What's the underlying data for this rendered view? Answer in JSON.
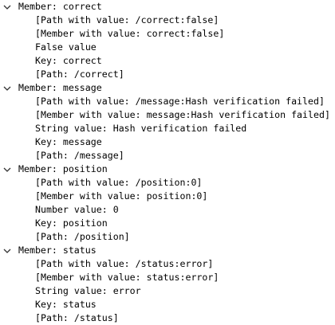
{
  "members": [
    {
      "label": "Member: correct",
      "children": [
        "[Path with value: /correct:false]",
        "[Member with value: correct:false]",
        "False value",
        "Key: correct",
        "[Path: /correct]"
      ]
    },
    {
      "label": "Member: message",
      "children": [
        "[Path with value: /message:Hash verification failed]",
        "[Member with value: message:Hash verification failed]",
        "String value: Hash verification failed",
        "Key: message",
        "[Path: /message]"
      ]
    },
    {
      "label": "Member: position",
      "children": [
        "[Path with value: /position:0]",
        "[Member with value: position:0]",
        "Number value: 0",
        "Key: position",
        "[Path: /position]"
      ]
    },
    {
      "label": "Member: status",
      "children": [
        "[Path with value: /status:error]",
        "[Member with value: status:error]",
        "String value: error",
        "Key: status",
        "[Path: /status]"
      ]
    }
  ]
}
